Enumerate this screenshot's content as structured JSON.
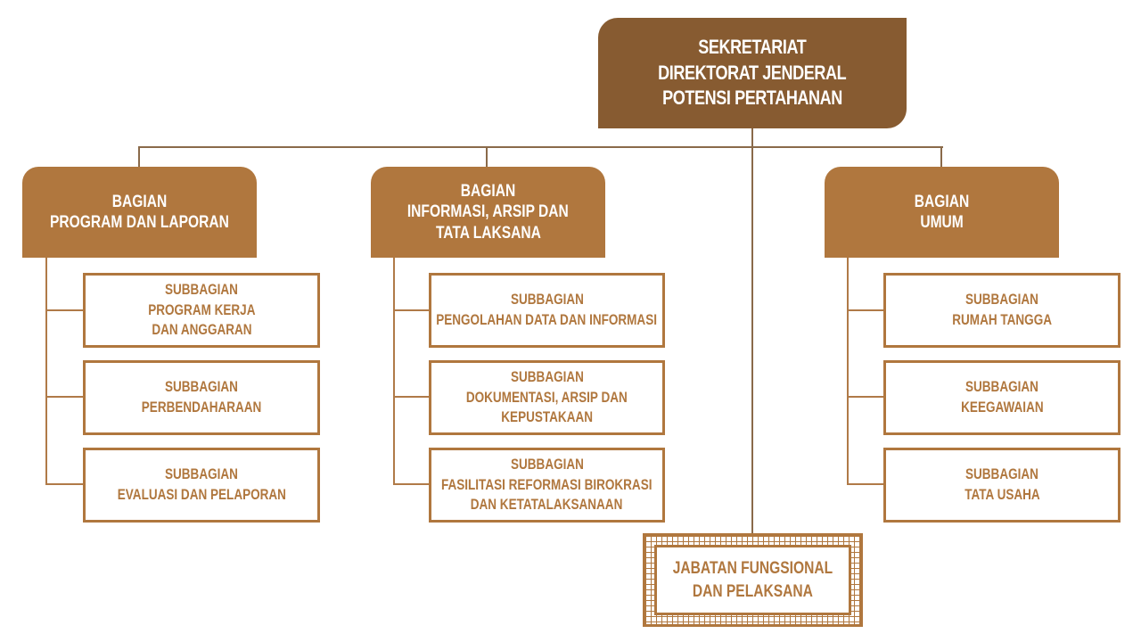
{
  "colors": {
    "top_box": "#875B31",
    "section_box": "#B0773E",
    "sub_border": "#B0773E",
    "connector": "#8a6a4a"
  },
  "root": {
    "lines": [
      "SEKRETARIAT",
      "DIREKTORAT JENDERAL",
      "POTENSI PERTAHANAN"
    ]
  },
  "sections": [
    {
      "lines": [
        "BAGIAN",
        "PROGRAM DAN LAPORAN"
      ],
      "subs": [
        {
          "lines": [
            "SUBBAGIAN",
            "PROGRAM KERJA",
            "DAN ANGGARAN"
          ]
        },
        {
          "lines": [
            "SUBBAGIAN",
            "PERBENDAHARAAN"
          ]
        },
        {
          "lines": [
            "SUBBAGIAN",
            "EVALUASI DAN PELAPORAN"
          ]
        }
      ]
    },
    {
      "lines": [
        "BAGIAN",
        "INFORMASI, ARSIP DAN",
        "TATA LAKSANA"
      ],
      "subs": [
        {
          "lines": [
            "SUBBAGIAN",
            "PENGOLAHAN DATA DAN INFORMASI"
          ]
        },
        {
          "lines": [
            "SUBBAGIAN",
            "DOKUMENTASI, ARSIP DAN",
            "KEPUSTAKAAN"
          ]
        },
        {
          "lines": [
            "SUBBAGIAN",
            "FASILITASI REFORMASI BIROKRASI",
            "DAN KETATALAKSANAAN"
          ]
        }
      ]
    },
    {
      "lines": [
        "BAGIAN",
        "UMUM"
      ],
      "subs": [
        {
          "lines": [
            "SUBBAGIAN",
            "RUMAH TANGGA"
          ]
        },
        {
          "lines": [
            "SUBBAGIAN",
            "KEEGAWAIAN"
          ]
        },
        {
          "lines": [
            "SUBBAGIAN",
            "TATA USAHA"
          ]
        }
      ]
    }
  ],
  "functional": {
    "lines": [
      "JABATAN FUNGSIONAL",
      "DAN PELAKSANA"
    ]
  }
}
